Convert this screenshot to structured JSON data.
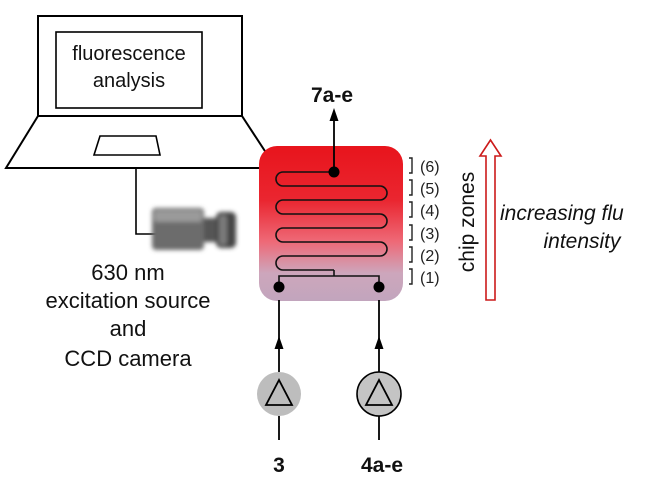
{
  "laptop": {
    "screen_label_line1": "fluorescence",
    "screen_label_line2": "analysis"
  },
  "camera": {
    "caption_line1": "630 nm",
    "caption_line2": "excitation source",
    "caption_line3": "and",
    "caption_line4": "CCD camera"
  },
  "chip": {
    "output_label": "7a-e",
    "zones_label": "chip zones",
    "zones": [
      "(1)",
      "(2)",
      "(3)",
      "(4)",
      "(5)",
      "(6)"
    ],
    "colors": {
      "top": "#e8141c",
      "mid": "#ef6470",
      "bottom": "#c5a4bc"
    }
  },
  "inputs": {
    "left_label": "3",
    "right_label": "4a-e"
  },
  "annotation": {
    "line1": "increasing flu",
    "line2": "intensity",
    "arrow_color": "#cc1a1a"
  }
}
